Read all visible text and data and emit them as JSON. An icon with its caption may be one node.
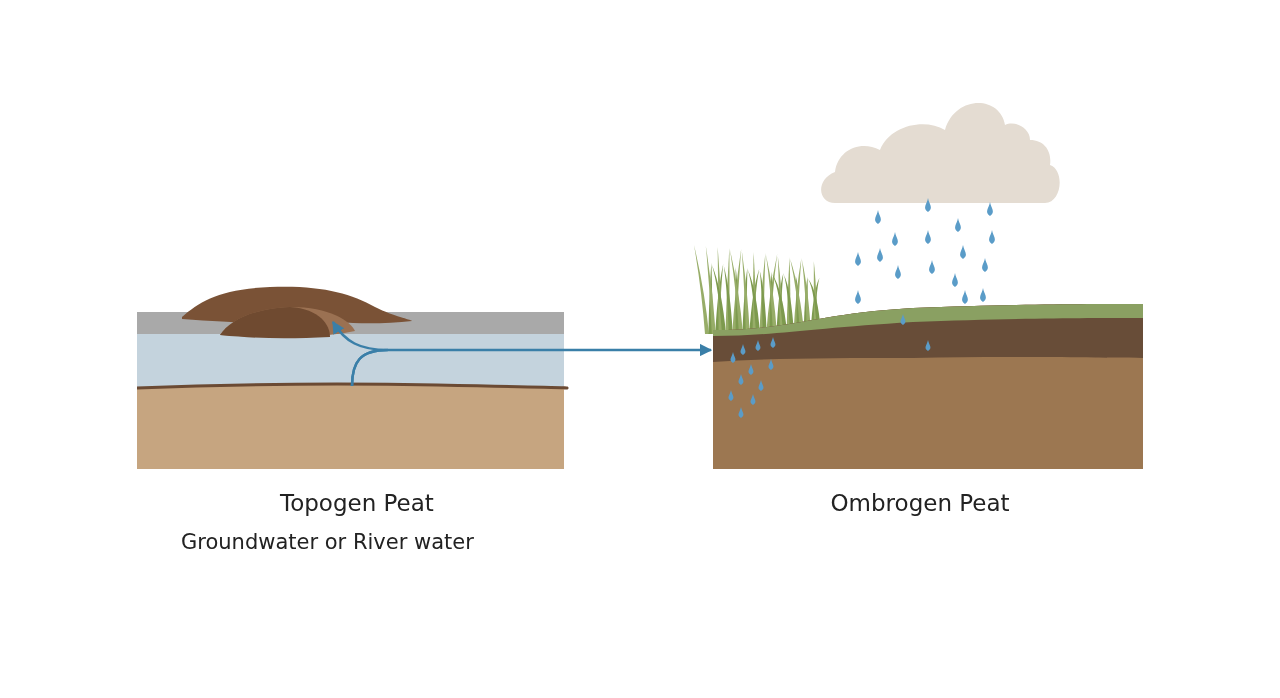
{
  "diagram": {
    "nodes": [
      {
        "text": [],
        "shape": "picture",
        "beside": [
          "Topogen Peat",
          "Groundwater or River water"
        ]
      },
      {
        "text": [],
        "shape": "picture"
      },
      {
        "text": [],
        "shape": "picture",
        "beside": [
          "Ombrogen Peat"
        ]
      }
    ],
    "edges": [
      {
        "from": 0,
        "to": 1,
        "arrow": "to",
        "color": "#3a7fa8"
      },
      {
        "from": 0,
        "to": 2,
        "arrow": "to",
        "color": "#3a7fa8"
      }
    ]
  }
}
